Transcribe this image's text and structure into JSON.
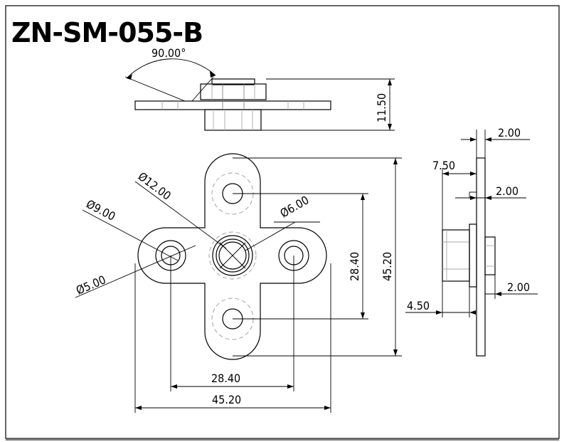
{
  "title": "ZN-SM-055-B",
  "dimensions": {
    "angle": "90.00°",
    "height_side": "11.50",
    "d12": "Ø12.00",
    "d9": "Ø9.00",
    "d6": "Ø6.00",
    "d5": "Ø5.00",
    "vertical_spacing": "28.40",
    "vertical_total": "45.20",
    "horizontal_spacing": "28.40",
    "horizontal_total": "45.20",
    "side_thickness_top": "2.00",
    "side_offset": "7.50",
    "side_thickness_mid": "2.00",
    "side_thickness_low": "2.00",
    "side_boss": "4.50"
  }
}
